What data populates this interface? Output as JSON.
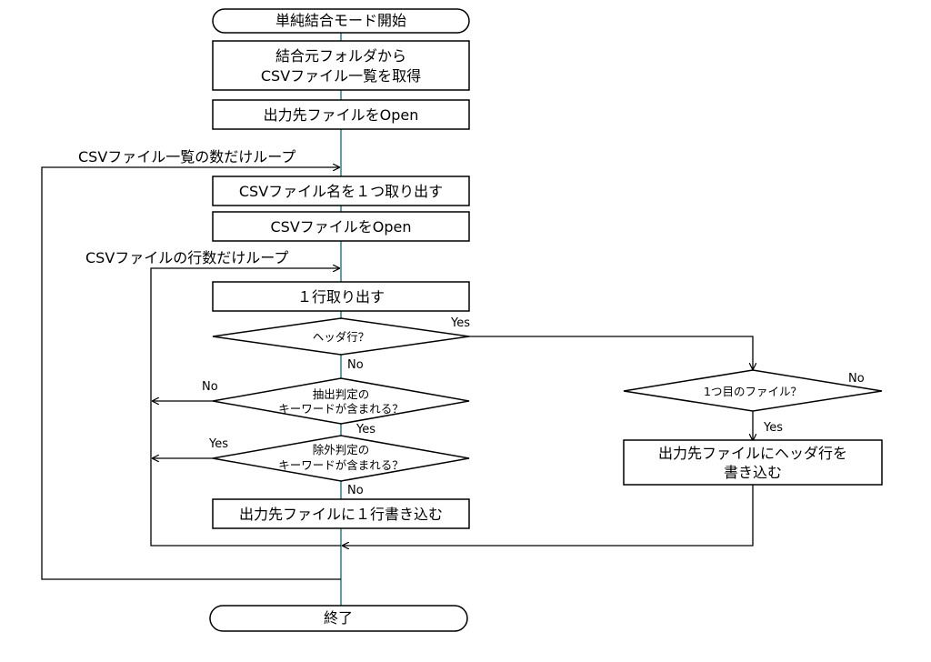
{
  "flowchart": {
    "start": "単純結合モード開始",
    "step_get_list": [
      "結合元フォルダから",
      "CSVファイル一覧を取得"
    ],
    "step_open_output": "出力先ファイルをOpen",
    "outer_loop_label": "CSVファイル一覧の数だけループ",
    "step_take_one": "CSVファイル名を１つ取り出す",
    "step_open_csv": "CSVファイルをOpen",
    "inner_loop_label": "CSVファイルの行数だけループ",
    "step_take_line": "１行取り出す",
    "decision_header": "ヘッダ行？",
    "decision_extract": [
      "抽出判定の",
      "キーワードが含まれる？"
    ],
    "decision_exclude": [
      "除外判定の",
      "キーワードが含まれる？"
    ],
    "step_write_line": "出力先ファイルに１行書き込む",
    "decision_first_file": "1つ目のファイル？",
    "step_write_header": [
      "出力先ファイルにヘッダ行を",
      "書き込む"
    ],
    "end": "終了",
    "labels": {
      "yes": "Yes",
      "no": "No"
    }
  }
}
